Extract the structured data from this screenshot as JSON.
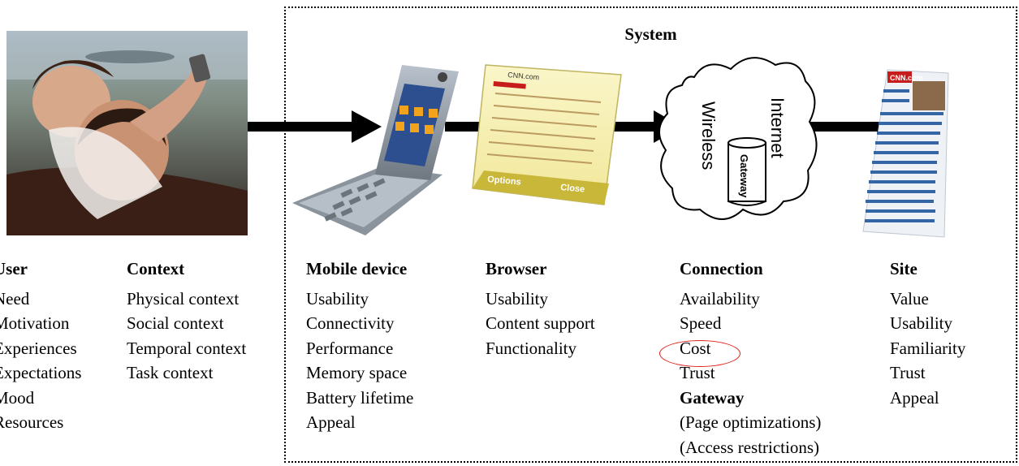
{
  "system": {
    "title": "System"
  },
  "user": {
    "heading": "User",
    "items": [
      "Need",
      "Motivation",
      "Experiences",
      "Expectations",
      "Mood",
      "Resources"
    ]
  },
  "context": {
    "heading": "Context",
    "items": [
      "Physical context",
      "Social context",
      "Temporal context",
      "Task context"
    ]
  },
  "mobile_device": {
    "heading": "Mobile device",
    "items": [
      "Usability",
      "Connectivity",
      "Performance",
      "Memory space",
      "Battery lifetime",
      "Appeal"
    ]
  },
  "browser": {
    "heading": "Browser",
    "items": [
      "Usability",
      "Content support",
      "Functionality"
    ],
    "screen": {
      "site": "CNN.com",
      "left_softkey": "Options",
      "right_softkey": "Close"
    }
  },
  "connection": {
    "heading": "Connection",
    "items": [
      "Availability",
      "Speed",
      "Cost",
      "Trust"
    ],
    "gateway_heading": "Gateway",
    "gateway_items": [
      "(Page optimizations)",
      "(Access restrictions)"
    ],
    "cloud_labels": {
      "wireless": "Wireless",
      "internet": "Internet",
      "gateway": "Gateway"
    },
    "highlight_color": "#e0211a"
  },
  "site": {
    "heading": "Site",
    "items": [
      "Value",
      "Usability",
      "Familiarity",
      "Trust",
      "Appeal"
    ],
    "logo": "CNN.com"
  }
}
